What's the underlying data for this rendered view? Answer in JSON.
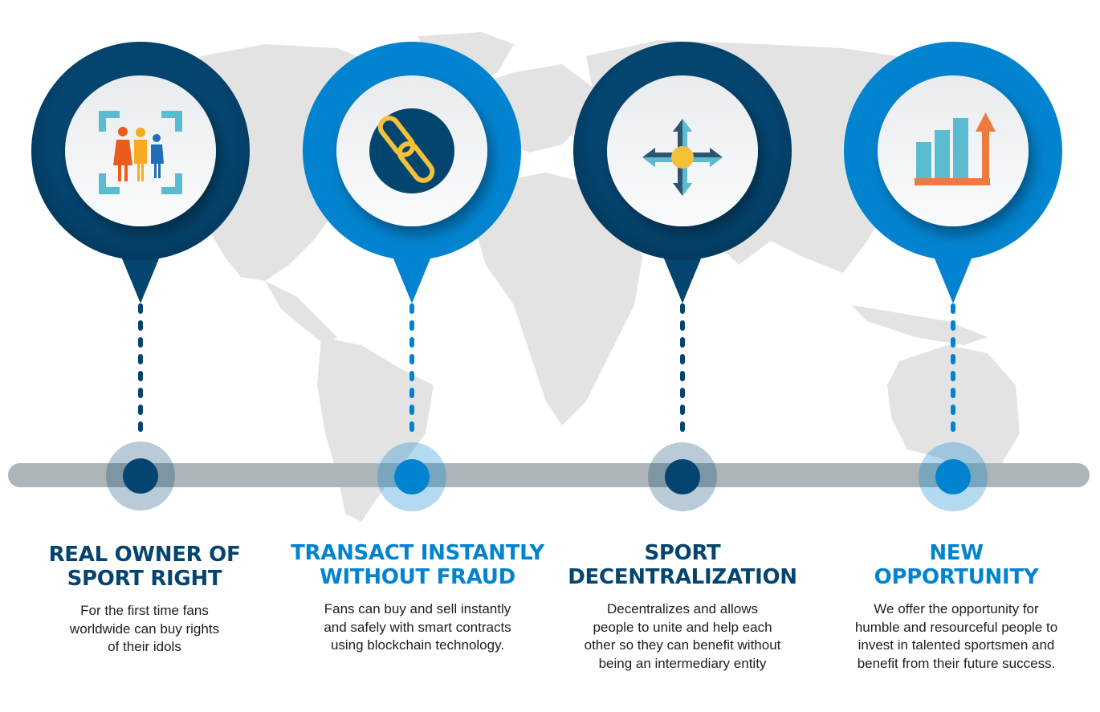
{
  "colors": {
    "dark_blue": "#044570",
    "light_blue": "#0283cf",
    "track_gray": "#adb5b8",
    "map_gray": "#e3e3e3",
    "icon_teal": "#5bbccf",
    "icon_orange": "#ef7a3f",
    "icon_yellow": "#f3c13a",
    "icon_red_orange": "#e95c1c",
    "icon_blue": "#1e6fb8"
  },
  "steps": [
    {
      "title_line1": "REAL OWNER OF",
      "title_line2": "SPORT RIGHT",
      "description_lines": [
        "For the first time fans",
        "worldwide can buy rights",
        "of their idols"
      ],
      "icon": "people-focus-icon",
      "theme": "dark"
    },
    {
      "title_line1": "TRANSACT INSTANTLY",
      "title_line2": "WITHOUT FRAUD",
      "description_lines": [
        "Fans can buy and sell instantly",
        "and safely with smart contracts",
        "using blockchain technology."
      ],
      "icon": "chain-link-icon",
      "theme": "light"
    },
    {
      "title_line1": "SPORT",
      "title_line2": "DECENTRALIZATION",
      "description_lines": [
        "Decentralizes and allows",
        "people to unite and help each",
        "other so they can benefit without",
        "being an intermediary entity"
      ],
      "icon": "four-arrows-icon",
      "theme": "dark"
    },
    {
      "title_line1": "NEW",
      "title_line2": "OPPORTUNITY",
      "description_lines": [
        "We offer the opportunity for",
        "humble and resourceful people to",
        "invest in talented sportsmen and",
        "benefit from their future success."
      ],
      "icon": "growth-chart-icon",
      "theme": "light"
    }
  ]
}
